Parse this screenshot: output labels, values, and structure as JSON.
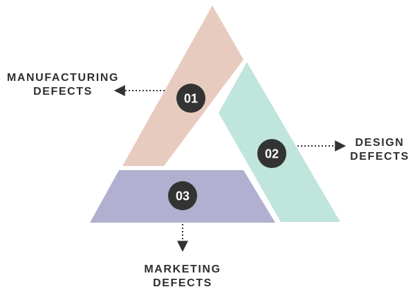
{
  "colors": {
    "segment_1": "#e8cbbf",
    "segment_2": "#bfe5dc",
    "segment_3": "#b1b0d0",
    "badge": "#333333",
    "connector": "#333333",
    "text": "#2f2f2f"
  },
  "segments": [
    {
      "number": "01",
      "label_lines": [
        "MANUFACTURING",
        "DEFECTS"
      ],
      "arrow_direction": "left"
    },
    {
      "number": "02",
      "label_lines": [
        "DESIGN",
        "DEFECTS"
      ],
      "arrow_direction": "right"
    },
    {
      "number": "03",
      "label_lines": [
        "MARKETING",
        "DEFECTS"
      ],
      "arrow_direction": "down"
    }
  ]
}
